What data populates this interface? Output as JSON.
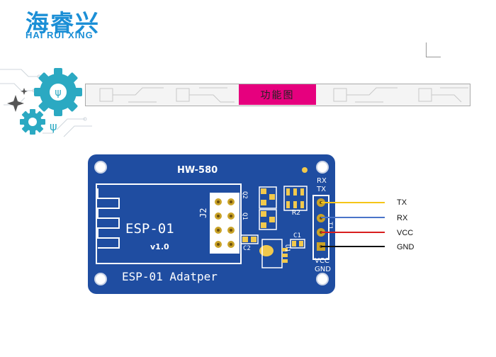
{
  "header": {
    "logo_cn": "海睿兴",
    "logo_en": "HAI RUI XING"
  },
  "banner": {
    "label": "功能图"
  },
  "board": {
    "model": "HW-580",
    "module_name": "ESP-01",
    "version": "v1.0",
    "adapter_text": "ESP-01 Adatper",
    "connector": "J2",
    "pin_rx_tx_top": "RX",
    "pin_tx_top": "TX",
    "pin_vcc_bottom": "VCC",
    "pin_gnd_bottom": "GND",
    "components": {
      "q2": "Q2",
      "q1": "Q1",
      "r2": "R2",
      "c1": "C1",
      "c2": "C2",
      "u1": "U1",
      "t1": "T1"
    }
  },
  "wires": [
    {
      "label": "TX",
      "color": "#f5c518"
    },
    {
      "label": "RX",
      "color": "#4a74c9"
    },
    {
      "label": "VCC",
      "color": "#d81e1e"
    },
    {
      "label": "GND",
      "color": "#111111"
    }
  ],
  "colors": {
    "brand": "#1b8fd6",
    "banner_accent": "#e6007e",
    "pcb": "#1f4da1",
    "gear": "#2ba9c2"
  }
}
